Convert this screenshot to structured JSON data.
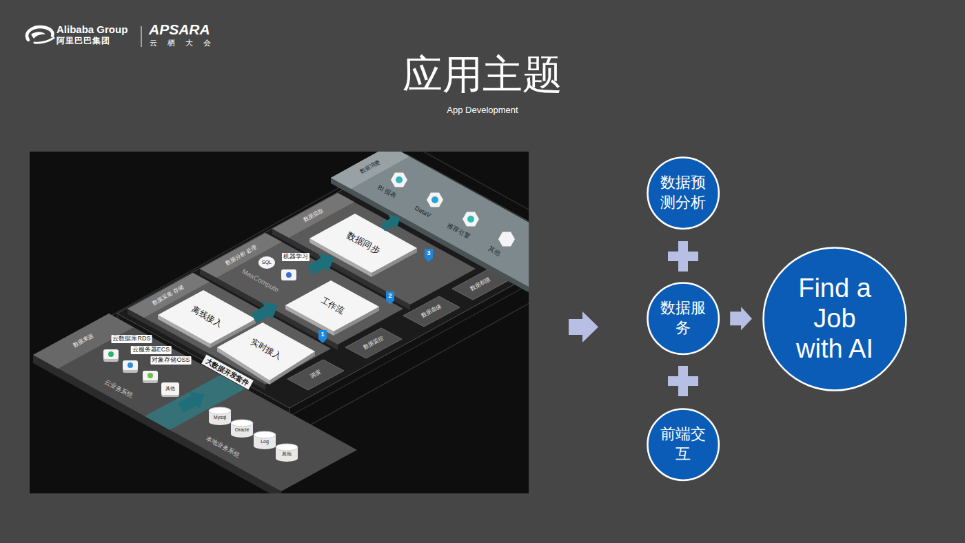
{
  "diagram": {
    "title": "应用主题",
    "nodes": [
      {
        "text": [
          "数据预测分析"
        ]
      },
      {
        "text": [
          "数据服务"
        ]
      },
      {
        "text": [
          "前端交互"
        ]
      },
      {
        "text": [
          "Find a Job with AI"
        ]
      }
    ],
    "edges": [
      {
        "from": 1,
        "to": 3,
        "arrow": "to"
      }
    ],
    "labels": [
      "Alibaba Group",
      "阿里巴巴集团",
      "APSARA",
      "云 栖 大 会",
      "App Development",
      "数据来源",
      "云数据库RDS",
      "云服务器ECS",
      "对象存储OSS",
      "其他",
      "云业务系统",
      "Mysql",
      "Oracle",
      "Log",
      "其他",
      "本地业务系统",
      "数据采集 存储",
      "离线接入",
      "实时接入",
      "大数据开发套件",
      "1",
      "数据分析 处理",
      "SQL",
      "MaxCompute",
      "机器学习",
      "工作流",
      "2",
      "数据提取",
      "数据同步",
      "3",
      "数据消费",
      "BI 报表",
      "DataV",
      "推荐引擎",
      "其他",
      "调度",
      "数据监控",
      "数据血缘",
      "数据权限"
    ]
  }
}
